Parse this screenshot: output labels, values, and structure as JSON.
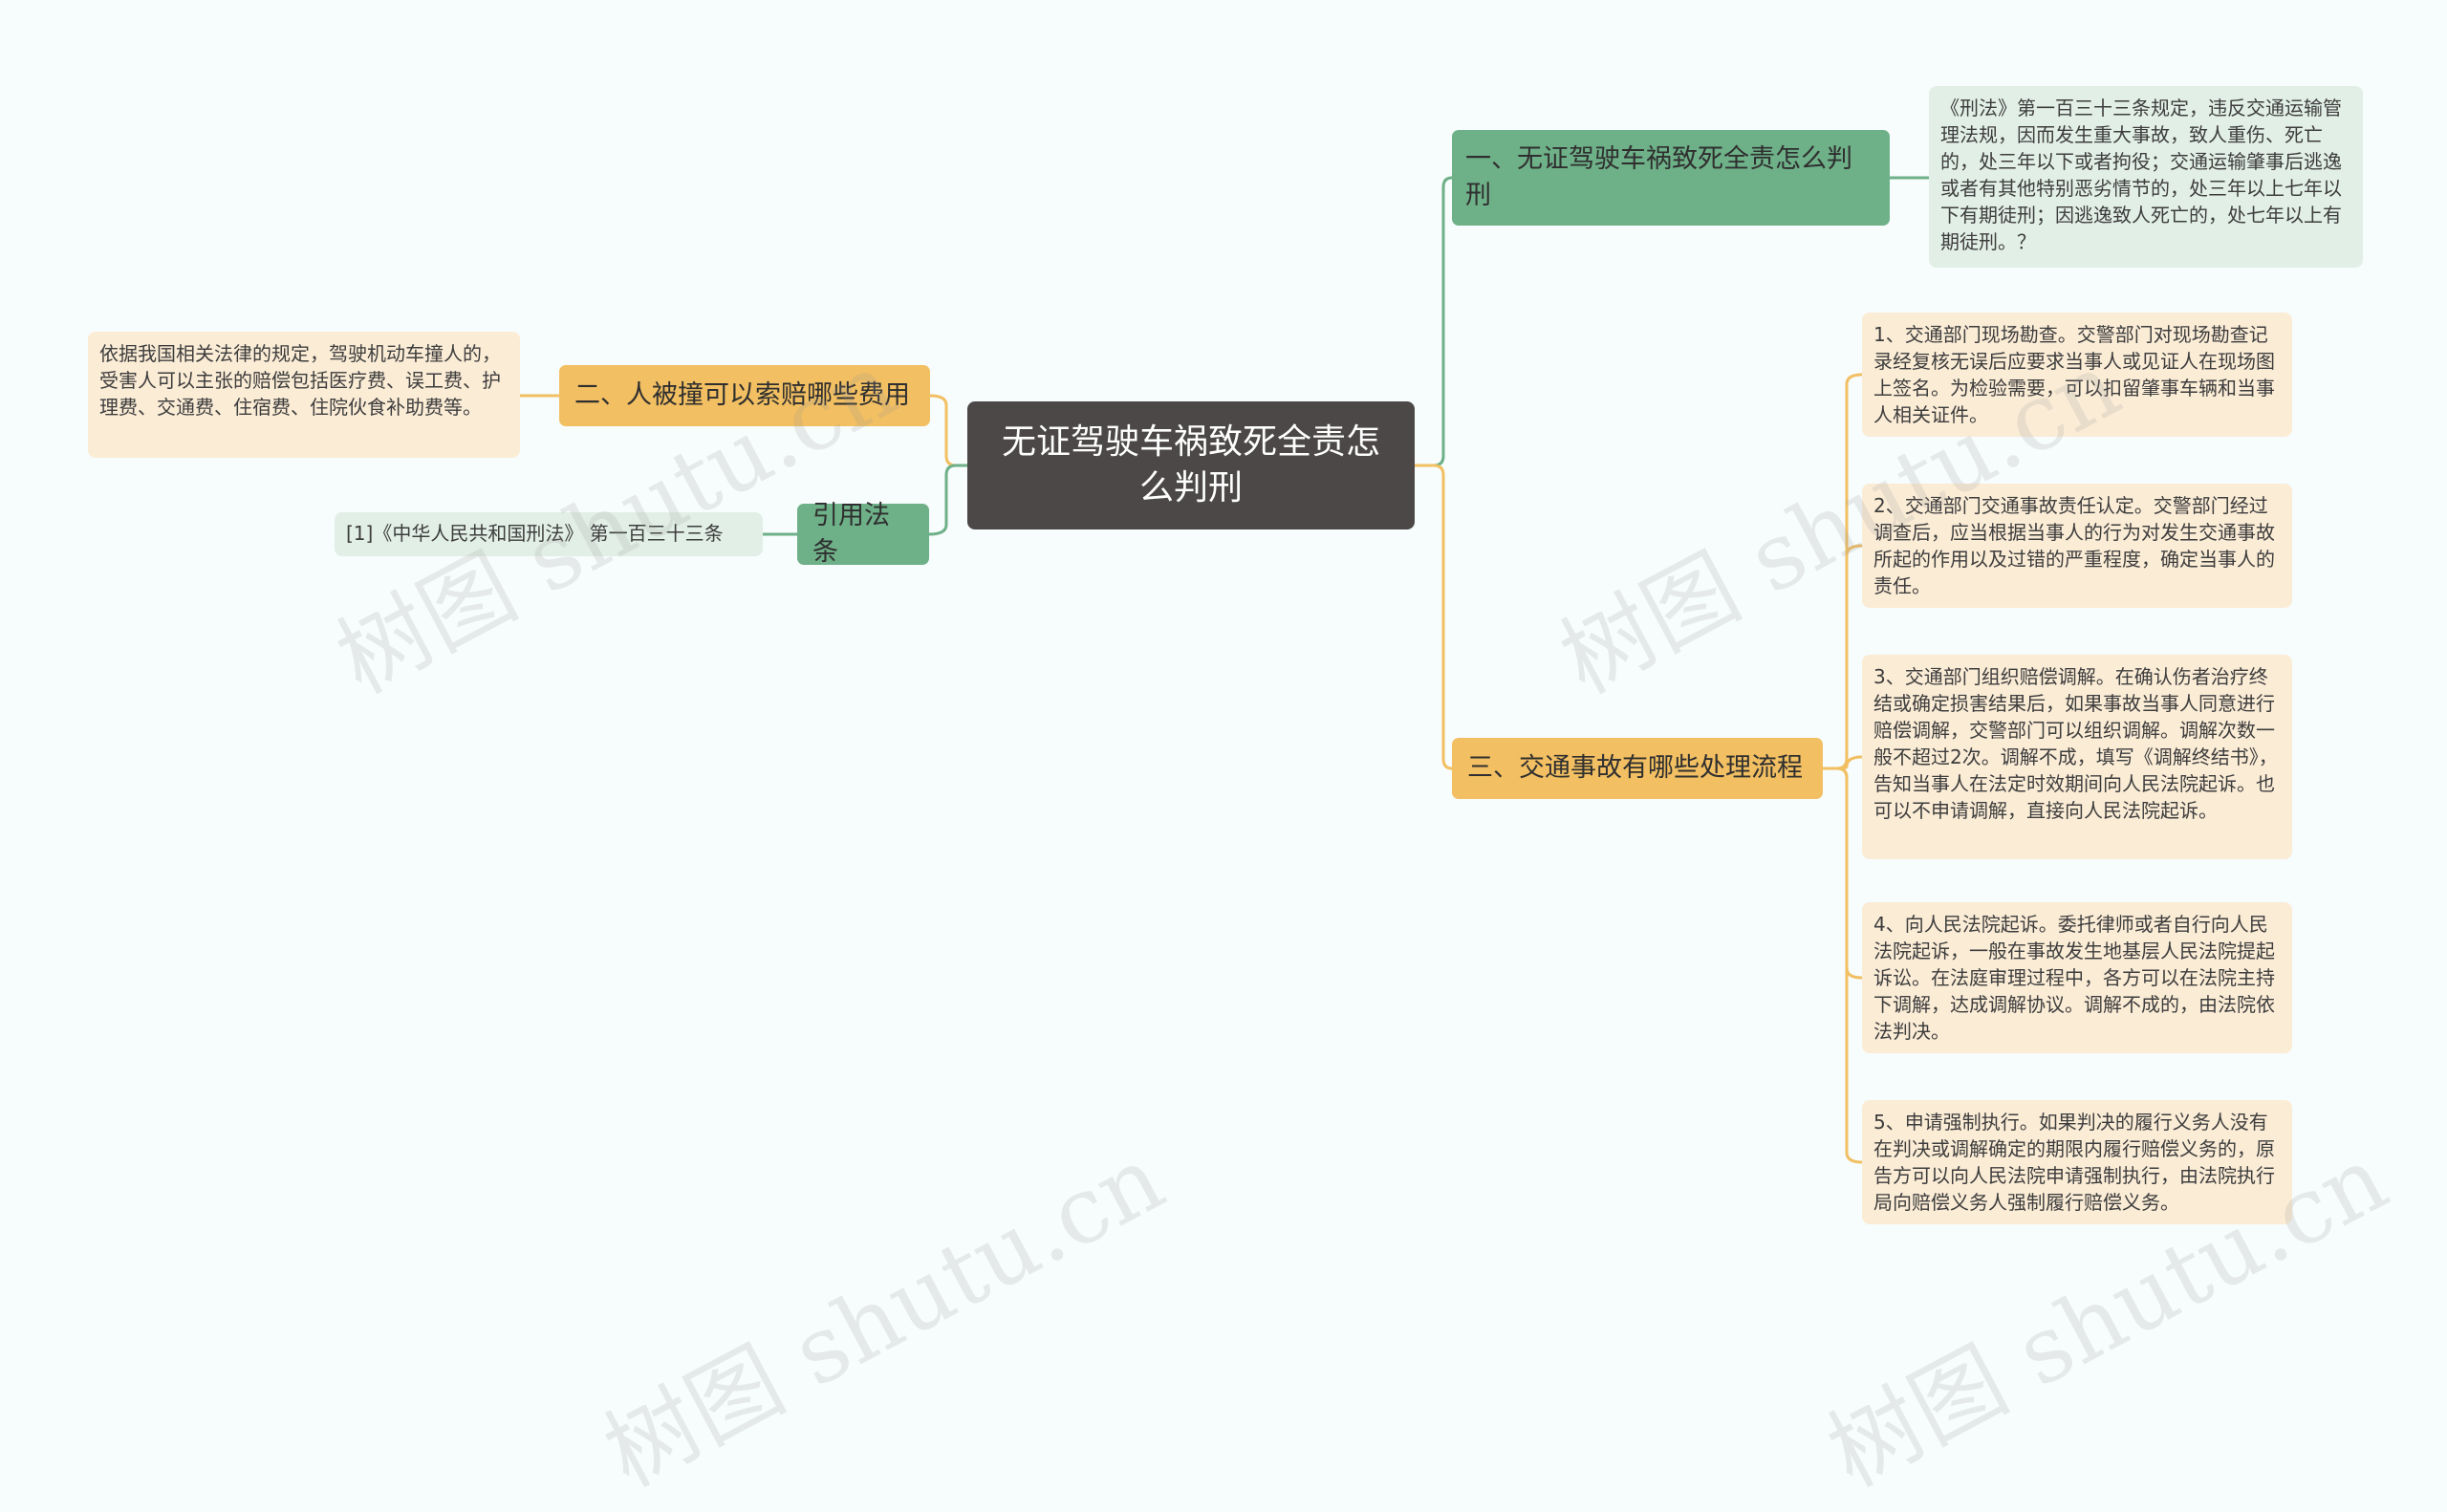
{
  "central": "无证驾驶车祸致死全责怎么判刑",
  "branch_1": {
    "label": "一、无证驾驶车祸致死全责怎么判刑",
    "detail": "《刑法》第一百三十三条规定，违反交通运输管理法规，因而发生重大事故，致人重伤、死亡的，处三年以下或者拘役；交通运输肇事后逃逸或者有其他特别恶劣情节的，处三年以上七年以下有期徒刑；因逃逸致人死亡的，处七年以上有期徒刑。？"
  },
  "branch_2": {
    "label": "二、人被撞可以索赔哪些费用",
    "detail": "依据我国相关法律的规定，驾驶机动车撞人的，受害人可以主张的赔偿包括医疗费、误工费、护理费、交通费、住宿费、住院伙食补助费等。"
  },
  "branch_3": {
    "label": "三、交通事故有哪些处理流程",
    "steps": [
      "1、交通部门现场勘查。交警部门对现场勘查记录经复核无误后应要求当事人或见证人在现场图上签名。为检验需要，可以扣留肇事车辆和当事人相关证件。",
      "2、交通部门交通事故责任认定。交警部门经过调查后，应当根据当事人的行为对发生交通事故所起的作用以及过错的严重程度，确定当事人的责任。",
      "3、交通部门组织赔偿调解。在确认伤者治疗终结或确定损害结果后，如果事故当事人同意进行赔偿调解，交警部门可以组织调解。调解次数一般不超过2次。调解不成，填写《调解终结书》，告知当事人在法定时效期间向人民法院起诉。也可以不申请调解，直接向人民法院起诉。",
      "4、向人民法院起诉。委托律师或者自行向人民法院起诉，一般在事故发生地基层人民法院提起诉讼。在法庭审理过程中，各方可以在法院主持下调解，达成调解协议。调解不成的，由法院依法判决。",
      "5、申请强制执行。如果判决的履行义务人没有在判决或调解确定的期限内履行赔偿义务的，原告方可以向人民法院申请强制执行，由法院执行局向赔偿义务人强制履行赔偿义务。"
    ]
  },
  "branch_4": {
    "label": "引用法条",
    "detail": "[1]《中华人民共和国刑法》 第一百三十三条"
  },
  "watermark": "树图 shutu.cn",
  "colors": {
    "central": "#4b4847",
    "green_branch": "#6eb088",
    "orange_branch": "#f2bf62",
    "green_leaf": "#e2efe7",
    "orange_leaf": "#fbecd6",
    "green_line": "#6eb088",
    "orange_line": "#f2bf62"
  }
}
